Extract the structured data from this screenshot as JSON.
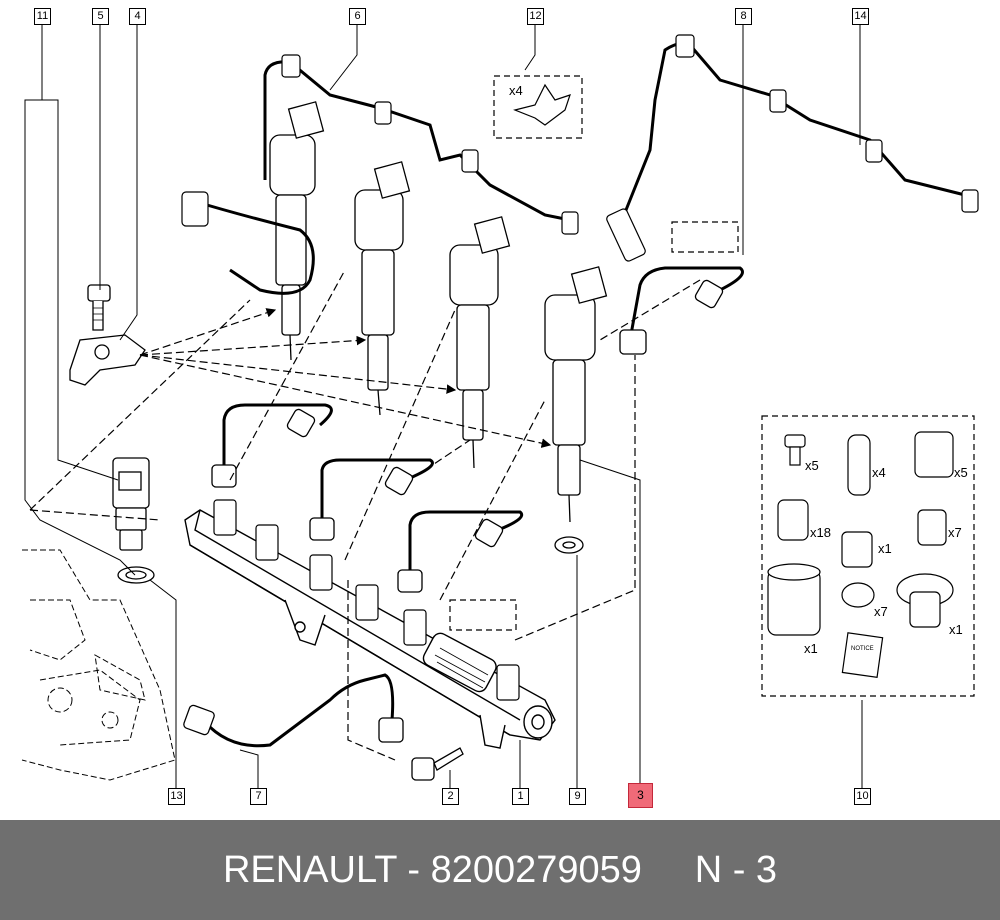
{
  "diagram": {
    "callouts": [
      "11",
      "5",
      "4",
      "6",
      "12",
      "8",
      "14",
      "13",
      "7",
      "2",
      "1",
      "9",
      "3",
      "10"
    ],
    "highlight_color": "#f06a78",
    "quantities": {
      "clip_pack": "x4",
      "kit_a": "x5",
      "kit_b": "x4",
      "kit_c": "x5",
      "kit_d": "x18",
      "kit_e": "x1",
      "kit_f": "x7",
      "kit_g": "x1",
      "kit_h": "x7",
      "kit_i": "x1"
    },
    "booklet_label": "NOTICE"
  },
  "footer": {
    "text": "RENAULT - 8200279059     N - 3",
    "background": "#6f6f6f"
  }
}
